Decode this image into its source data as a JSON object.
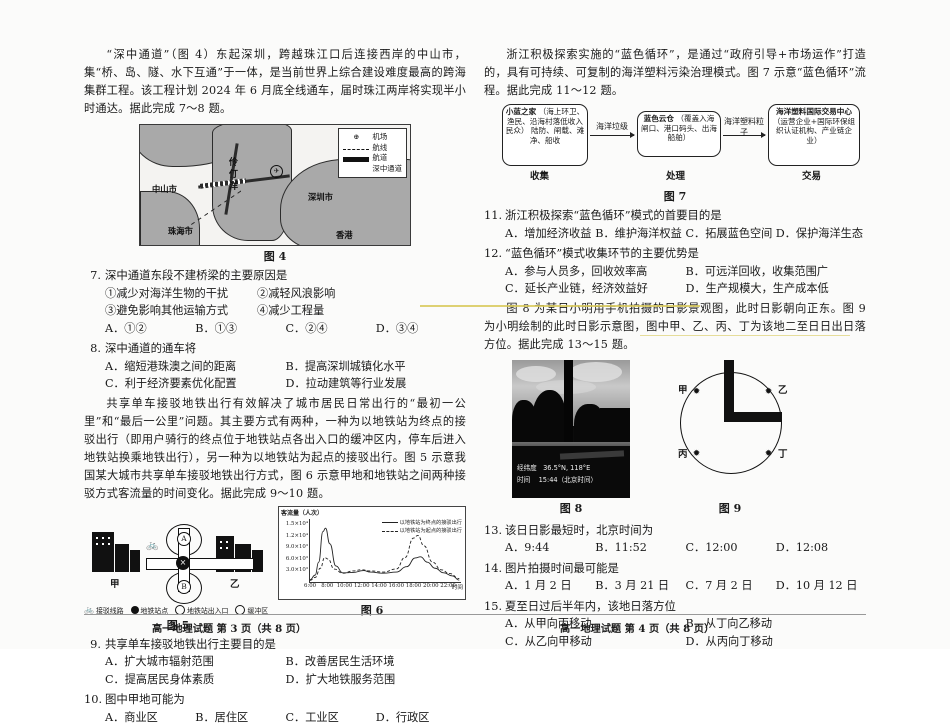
{
  "left_column": {
    "passage_1": "“深中通道”（图 4）东起深圳，跨越珠江口后连接西岸的中山市，集“桥、岛、隧、水下互通”于一体，是当前世界上综合建设难度最高的跨海集群工程。该工程计划 2024 年 6 月底全线通车，届时珠江两岸将实现半小时通达。据此完成 7～8 题。",
    "figure4": {
      "caption": "图 4",
      "places": [
        "中山市",
        "深圳市",
        "珠海市",
        "香港"
      ],
      "sea_label": "伶仃洋",
      "legend_title": "",
      "legend": [
        {
          "symbol": "airport-icon",
          "label": "机场"
        },
        {
          "symbol": "dashed-line",
          "label": "航线"
        },
        {
          "symbol": "solid-thick-line",
          "label": "航道"
        },
        {
          "symbol": "hatched-line",
          "label": "深中通道"
        }
      ]
    },
    "questions": [
      {
        "num": "7.",
        "stem": "深中通道东段不建桥梁的主要原因是",
        "sub_lines": [
          [
            "①减少对海洋生物的干扰",
            "②减轻风浪影响"
          ],
          [
            "③避免影响其他运输方式",
            "④减少工程量"
          ]
        ],
        "options": [
          "A．①②",
          "B．①③",
          "C．②④",
          "D．③④"
        ],
        "layout": "four"
      },
      {
        "num": "8.",
        "stem": "深中通道的通车将",
        "sub_lines": [],
        "options": [
          "A．缩短港珠澳之间的距离",
          "B．提高深圳城镇化水平",
          "C．利于经济要素优化配置",
          "D．拉动建筑等行业发展"
        ],
        "layout": "two"
      }
    ],
    "passage_2": "共享单车接驳地铁出行有效解决了城市居民日常出行的“最初一公里”和“最后一公里”问题。其主要方式有两种，一种为以地铁站为终点的接驳出行（即用户骑行的终点位于地铁站点各出入口的缓冲区内，停车后进入地铁站换乘地铁出行），另一种为以地铁站为起点的接驳出行。图 5 示意我国某大城市共享单车接驳地铁出行方式，图 6 示意甲地和地铁站之间两种接驳方式客流量的时间变化。据此完成 9～10 题。",
    "figure5": {
      "caption": "图 5",
      "area_labels": [
        "甲",
        "乙"
      ],
      "station_marks": [
        "A",
        "B"
      ],
      "station_center": "×",
      "key": [
        {
          "symbol": "bike-icon",
          "label": "接驳线路"
        },
        {
          "symbol": "filled-circle",
          "label": "地铁站点"
        },
        {
          "symbol": "circle-x",
          "label": "地铁站出入口"
        },
        {
          "symbol": "open-circle",
          "label": "缓冲区"
        }
      ]
    },
    "questions_2": [
      {
        "num": "9.",
        "stem": "共享单车接驳地铁出行主要目的是",
        "options": [
          "A．扩大城市辐射范围",
          "B．改善居民生活环境",
          "C．提高居民身体素质",
          "D．扩大地铁服务范围"
        ],
        "layout": "two"
      },
      {
        "num": "10.",
        "stem": "图中甲地可能为",
        "options": [
          "A．商业区",
          "B．居住区",
          "C．工业区",
          "D．行政区"
        ],
        "layout": "four"
      }
    ],
    "footer": "高一地理试题 第 3 页（共 8 页）"
  },
  "right_column": {
    "passage_3": "浙江积极探索实施的“蓝色循环”，是通过“政府引导+市场运作”打造的，具有可持续、可复制的海洋塑料污染治理模式。图 7 示意“蓝色循环”流程。据此完成 11～12 题。",
    "figure7": {
      "caption": "图 7",
      "boxes": [
        {
          "title": "小蓝之家",
          "detail": "（海上环卫、渔民、沿海村落低收入民众）",
          "extra": "陆防、闸载、滩净、船收",
          "stage": "收集"
        },
        {
          "title": "蓝色云仓",
          "detail": "（覆盖入海闸口、港口码头、出海船舶）",
          "extra": "",
          "stage": "处理"
        },
        {
          "title": "海洋塑料国际交易中心",
          "detail": "（运营企业+国际环保组织认证机构、产业链企业）",
          "extra": "",
          "stage": "交易"
        }
      ],
      "arrows": [
        "海洋垃级",
        "海洋塑料粒子"
      ]
    },
    "questions_3": [
      {
        "num": "11.",
        "stem": "浙江积极探索“蓝色循环”模式的首要目的是",
        "options": [
          "A．增加经济收益",
          "B．维护海洋权益",
          "C．拓展蓝色空间",
          "D．保护海洋生态"
        ],
        "layout": "four"
      },
      {
        "num": "12.",
        "stem": "“蓝色循环”模式收集环节的主要优势是",
        "options": [
          "A．参与人员多，回收效率高",
          "B．可远洋回收，收集范围广",
          "C．延长产业链，经济效益好",
          "D．生产规模大，生产成本低"
        ],
        "layout": "two"
      }
    ],
    "passage_4": "图 8 为某日小明用手机拍摄的日影景观图，此时日影朝向正东。图 9 为小明绘制的此时日影示意图，图中甲、乙、丙、丁为该地二至日日出日落方位。据此完成 13～15 题。",
    "figure8": {
      "caption": "图 8",
      "overlay": [
        {
          "label": "经纬度",
          "value": "36.5°N, 118°E"
        },
        {
          "label": "时间",
          "value": "15:44（北京时间）"
        }
      ]
    },
    "figure9": {
      "caption": "图 9",
      "points": [
        {
          "label": "甲",
          "position": "upper-left"
        },
        {
          "label": "乙",
          "position": "upper-right"
        },
        {
          "label": "丙",
          "position": "lower-left"
        },
        {
          "label": "丁",
          "position": "lower-right"
        }
      ]
    },
    "questions_4": [
      {
        "num": "13.",
        "stem": "该日日影最短时，北京时间为",
        "options": [
          "A．9:44",
          "B．11:52",
          "C．12:00",
          "D．12:08"
        ],
        "layout": "four"
      },
      {
        "num": "14.",
        "stem": "图片拍摄时间最可能是",
        "options": [
          "A．1 月 2 日",
          "B．3 月 21 日",
          "C．7 月 2 日",
          "D．10 月 12 日"
        ],
        "layout": "four"
      },
      {
        "num": "15.",
        "stem": "夏至日过后半年内，该地日落方位",
        "options": [
          "A．从甲向丙移动",
          "B．从丁向乙移动",
          "C．从乙向甲移动",
          "D．从丙向丁移动"
        ],
        "layout": "two"
      }
    ],
    "footer": "高一地理试题 第 4 页（共 8 页）"
  },
  "chart_data": {
    "type": "line",
    "title": "图 6",
    "ylabel": "客流量（人次）",
    "xlabel": "时间",
    "x": [
      "6:00",
      "8:00",
      "10:00",
      "12:00",
      "14:00",
      "16:00",
      "18:00",
      "20:00",
      "22:00"
    ],
    "yticks": [
      "1.5×10⁴",
      "1.2×10⁴",
      "9.0×10³",
      "6.0×10³",
      "3.0×10³"
    ],
    "ylim": [
      0,
      16500
    ],
    "grid": false,
    "legend_position": "top-right",
    "series": [
      {
        "name": "以地铁站为终点的接驳出行",
        "style": "solid",
        "points": [
          {
            "t": 6.0,
            "v": 600
          },
          {
            "t": 6.6,
            "v": 1800
          },
          {
            "t": 7.0,
            "v": 5200
          },
          {
            "t": 7.5,
            "v": 13200
          },
          {
            "t": 7.8,
            "v": 14100
          },
          {
            "t": 8.3,
            "v": 10000
          },
          {
            "t": 9.0,
            "v": 4200
          },
          {
            "t": 9.8,
            "v": 2400
          },
          {
            "t": 11.0,
            "v": 2500
          },
          {
            "t": 12.2,
            "v": 3000
          },
          {
            "t": 13.0,
            "v": 2600
          },
          {
            "t": 14.5,
            "v": 2300
          },
          {
            "t": 16.0,
            "v": 2600
          },
          {
            "t": 17.2,
            "v": 4000
          },
          {
            "t": 18.2,
            "v": 6300
          },
          {
            "t": 18.8,
            "v": 6600
          },
          {
            "t": 19.6,
            "v": 5200
          },
          {
            "t": 20.5,
            "v": 3600
          },
          {
            "t": 21.5,
            "v": 2400
          },
          {
            "t": 22.5,
            "v": 1600
          },
          {
            "t": 23.3,
            "v": 500
          }
        ]
      },
      {
        "name": "以地铁站为起点的接驳出行",
        "style": "dashed",
        "points": [
          {
            "t": 6.0,
            "v": 400
          },
          {
            "t": 6.6,
            "v": 1200
          },
          {
            "t": 7.2,
            "v": 3600
          },
          {
            "t": 7.7,
            "v": 6400
          },
          {
            "t": 8.1,
            "v": 6000
          },
          {
            "t": 8.8,
            "v": 3400
          },
          {
            "t": 9.8,
            "v": 2300
          },
          {
            "t": 11.0,
            "v": 2900
          },
          {
            "t": 12.0,
            "v": 3200
          },
          {
            "t": 13.0,
            "v": 2900
          },
          {
            "t": 14.5,
            "v": 2600
          },
          {
            "t": 16.0,
            "v": 3400
          },
          {
            "t": 17.0,
            "v": 6400
          },
          {
            "t": 18.0,
            "v": 11500
          },
          {
            "t": 18.5,
            "v": 12200
          },
          {
            "t": 19.2,
            "v": 9500
          },
          {
            "t": 20.2,
            "v": 5200
          },
          {
            "t": 21.2,
            "v": 3200
          },
          {
            "t": 22.2,
            "v": 2200
          },
          {
            "t": 23.3,
            "v": 900
          }
        ]
      }
    ]
  }
}
